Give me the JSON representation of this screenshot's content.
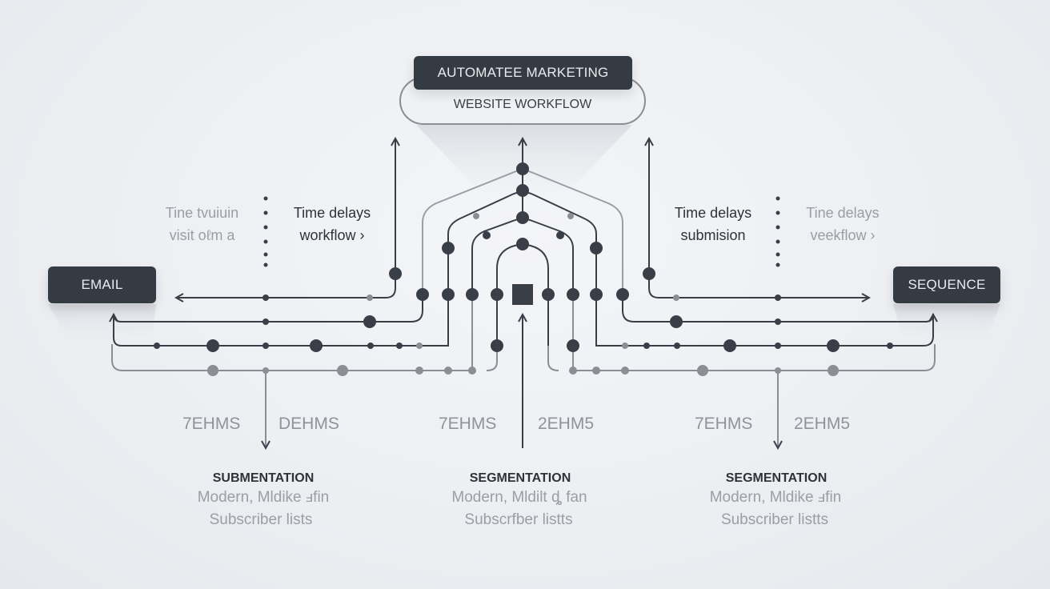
{
  "header": {
    "title": "AUTOMATEE MARKETING",
    "subtitle": "WEBSITE WORKFLOW"
  },
  "nodes": {
    "left": "EMAIL",
    "right": "SEQUENCE"
  },
  "notes": {
    "left_outer": [
      "Tine tvuiuin",
      "visit oℓm a"
    ],
    "left_inner": [
      "Time delays",
      "workflow ›"
    ],
    "right_inner": [
      "Time delays",
      "submision"
    ],
    "right_outer": [
      "Tine delays",
      "veekflow ›"
    ]
  },
  "codes": {
    "left": [
      "7EHMS",
      "DEHMS"
    ],
    "center": [
      "7EHMS",
      "2EHM5"
    ],
    "right": [
      "7EHMS",
      "2EHM5"
    ]
  },
  "segments": [
    {
      "title": "SUBMENTATION",
      "line1": "Modern, Mldike ⅎfin",
      "line2": "Subscriber lists"
    },
    {
      "title": "SEGMENTATION",
      "line1": "Modern, Mldilt ȡ fan",
      "line2": "Subscrfber listts"
    },
    {
      "title": "SEGMENTATION",
      "line1": "Modern, Mldike ⅎfin",
      "line2": "Subscriber listts"
    }
  ],
  "colors": {
    "dark": "#353b43",
    "line": "#8a8e95",
    "node": "#3a3f47"
  }
}
